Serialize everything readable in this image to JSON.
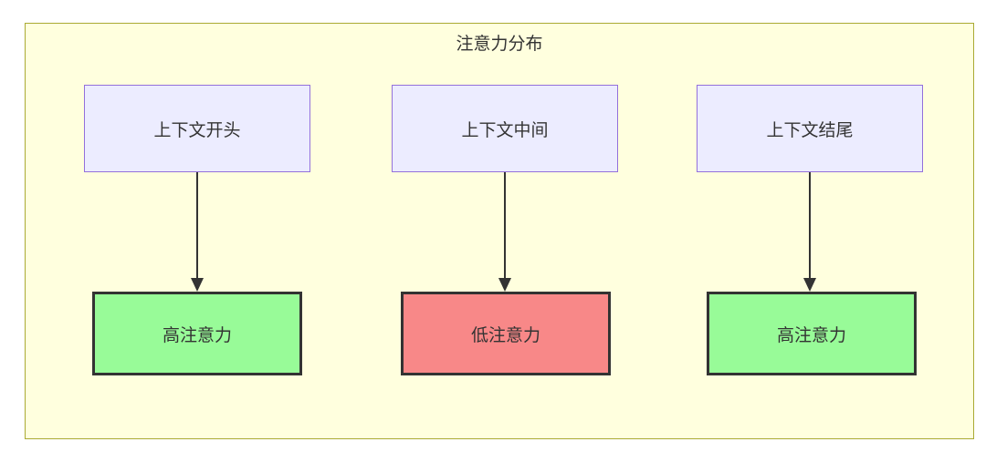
{
  "diagram": {
    "title": "注意力分布",
    "top_nodes": [
      {
        "label": "上下文开头"
      },
      {
        "label": "上下文中间"
      },
      {
        "label": "上下文结尾"
      }
    ],
    "bottom_nodes": [
      {
        "label": "高注意力",
        "level": "high"
      },
      {
        "label": "低注意力",
        "level": "low"
      },
      {
        "label": "高注意力",
        "level": "high"
      }
    ],
    "edges": [
      {
        "from": "上下文开头",
        "to": "高注意力"
      },
      {
        "from": "上下文中间",
        "to": "低注意力"
      },
      {
        "from": "上下文结尾",
        "to": "高注意力"
      }
    ],
    "colors": {
      "container_bg": "#ffffde",
      "container_border": "#aaaa33",
      "top_node_bg": "#ECECFF",
      "top_node_border": "#9370DB",
      "high_attention_bg": "#98FB98",
      "low_attention_bg": "#F88888",
      "bottom_node_border": "#333333",
      "arrow": "#333333",
      "text": "#333333"
    }
  }
}
